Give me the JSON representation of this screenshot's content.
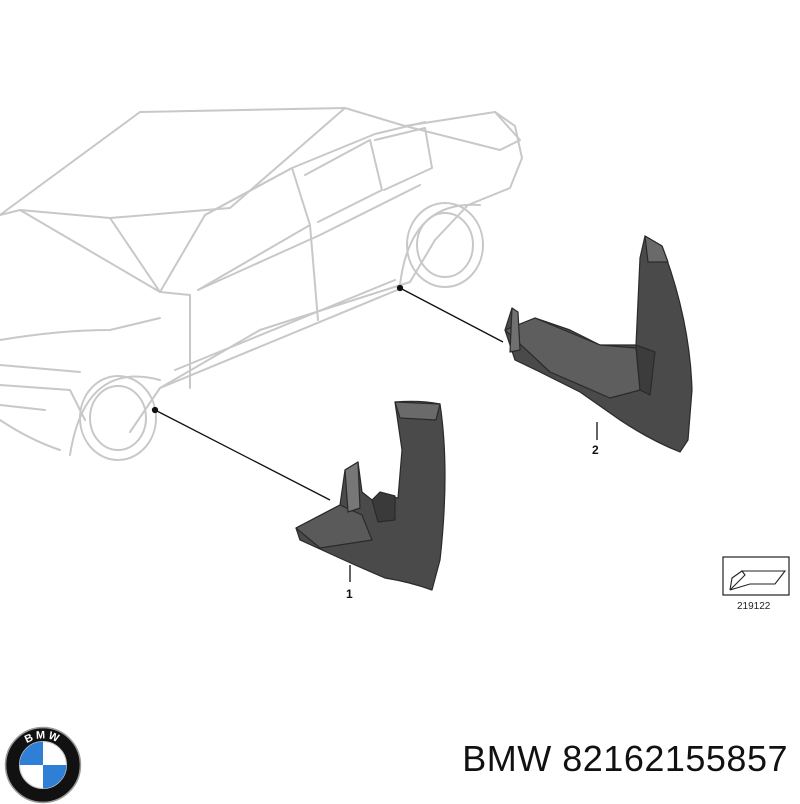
{
  "diagram": {
    "callouts": [
      {
        "id": "1",
        "label": "1"
      },
      {
        "id": "2",
        "label": "2"
      }
    ],
    "reference_number": "219122"
  },
  "brand": {
    "name": "BMW",
    "part_number": "82162155857",
    "logo_text": "BMW",
    "colors": {
      "blue": "#2f7fd6",
      "black": "#111111",
      "white": "#ffffff"
    }
  }
}
